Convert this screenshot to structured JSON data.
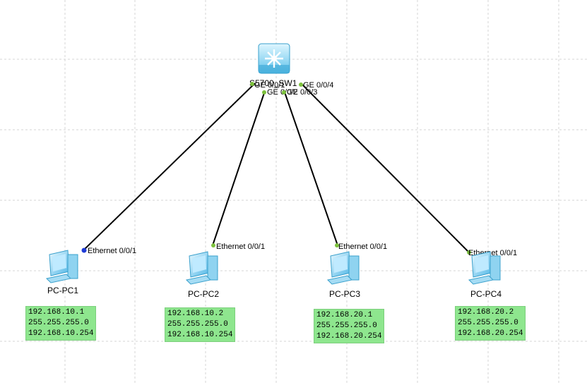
{
  "switch": {
    "name": "S5700_SW1",
    "ports": [
      "GE 0/0/1",
      "GE 0/0/2",
      "GE 0/0/3",
      "GE 0/0/4"
    ]
  },
  "pcs": [
    {
      "name": "PC-PC1",
      "port": "Ethernet 0/0/1",
      "ip": "192.168.10.1",
      "mask": "255.255.255.0",
      "gateway": "192.168.10.254"
    },
    {
      "name": "PC-PC2",
      "port": "Ethernet 0/0/1",
      "ip": "192.168.10.2",
      "mask": "255.255.255.0",
      "gateway": "192.168.10.254"
    },
    {
      "name": "PC-PC3",
      "port": "Ethernet 0/0/1",
      "ip": "192.168.20.1",
      "mask": "255.255.255.0",
      "gateway": "192.168.20.254"
    },
    {
      "name": "PC-PC4",
      "port": "Ethernet 0/0/1",
      "ip": "192.168.20.2",
      "mask": "255.255.255.0",
      "gateway": "192.168.20.254"
    }
  ],
  "colors": {
    "link": "#000000",
    "port_up": "#7cc13c",
    "port_selected": "#1f3bd6",
    "ip_box": "#8ee68e"
  }
}
